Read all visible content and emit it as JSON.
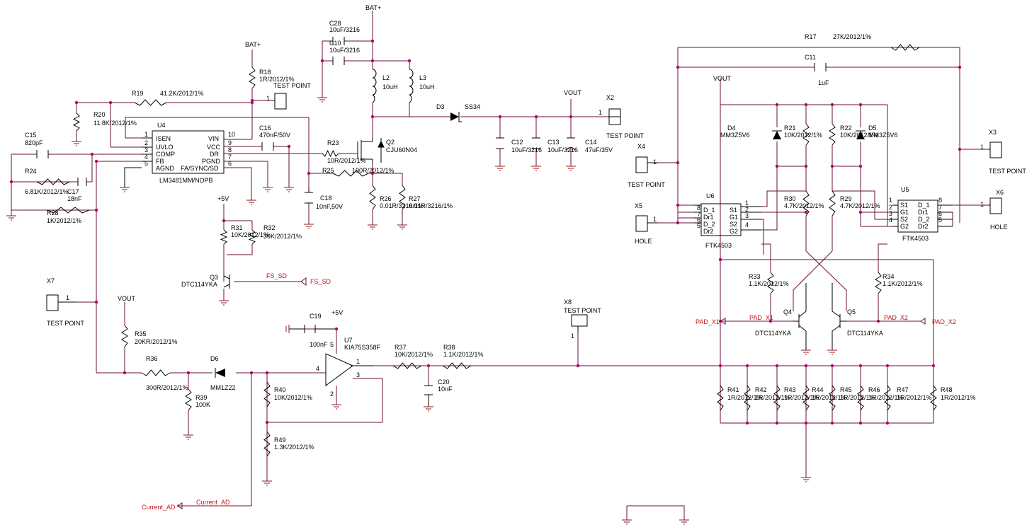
{
  "colors": {
    "wire": "#6b0d3a",
    "junction": "#b0006e",
    "net_label": "#c01818",
    "text": "#000000"
  },
  "supplies": [
    {
      "id": "bat_top",
      "text": "BAT+"
    },
    {
      "id": "bat_u4",
      "text": "BAT+"
    },
    {
      "id": "vout_c13",
      "text": "VOUT"
    },
    {
      "id": "vout_u6",
      "text": "VOUT"
    },
    {
      "id": "vout_r35",
      "text": "VOUT"
    },
    {
      "id": "p5v_q3",
      "text": "+5V"
    },
    {
      "id": "p5v_u7",
      "text": "+5V"
    }
  ],
  "components": [
    {
      "id": "r17",
      "ref": "R17",
      "value": "27K/2012/1%"
    },
    {
      "id": "c11",
      "ref": "C11",
      "value": "1uF"
    },
    {
      "id": "c28",
      "ref": "C28",
      "value": "10uF/3216"
    },
    {
      "id": "c10",
      "ref": "C10",
      "value": "10uF/3216"
    },
    {
      "id": "l2",
      "ref": "L2",
      "value": "10uH"
    },
    {
      "id": "l3",
      "ref": "L3",
      "value": "10uH"
    },
    {
      "id": "d3",
      "ref": "D3",
      "value": "SS34"
    },
    {
      "id": "q2",
      "ref": "Q2",
      "value": "CJU60N04"
    },
    {
      "id": "r18",
      "ref": "R18",
      "value": "1R/2012/1%"
    },
    {
      "id": "r19",
      "ref": "R19",
      "value": "41.2K/2012/1%"
    },
    {
      "id": "r20",
      "ref": "R20",
      "value": "11.8K/2012/1%"
    },
    {
      "id": "c15",
      "ref": "C15",
      "value": "820pF"
    },
    {
      "id": "r24",
      "ref": "R24",
      "value": "6.81K/2012/1%"
    },
    {
      "id": "c17",
      "ref": "C17",
      "value": "18nF"
    },
    {
      "id": "r28",
      "ref": "R28",
      "value": "1K/2012/1%"
    },
    {
      "id": "c16",
      "ref": "C16",
      "value": "470nF/50V"
    },
    {
      "id": "r23",
      "ref": "R23",
      "value": "10R/2012/1%"
    },
    {
      "id": "r25",
      "ref": "R25",
      "value": "100R/2012/1%"
    },
    {
      "id": "c18",
      "ref": "C18",
      "value": "10nF,50V"
    },
    {
      "id": "r26",
      "ref": "R26",
      "value": "0.01R/3216/1%"
    },
    {
      "id": "r27",
      "ref": "R27",
      "value": "0.01R/3216/1%"
    },
    {
      "id": "c12",
      "ref": "C12",
      "value": "10uF/3216"
    },
    {
      "id": "c13",
      "ref": "C13",
      "value": "10uF/3216"
    },
    {
      "id": "c14",
      "ref": "C14",
      "value": "47uF/35V"
    },
    {
      "id": "r31",
      "ref": "R31",
      "value": "10K/2012/1%"
    },
    {
      "id": "r32",
      "ref": "R32",
      "value": "39K/2012/1%"
    },
    {
      "id": "q3",
      "ref": "Q3",
      "value": "DTC114YKA"
    },
    {
      "id": "r35",
      "ref": "R35",
      "value": "20KR/2012/1%"
    },
    {
      "id": "r36",
      "ref": "R36",
      "value": "300R/2012/1%"
    },
    {
      "id": "r39",
      "ref": "R39",
      "value": "100K"
    },
    {
      "id": "d6",
      "ref": "D6",
      "value": "MM1Z22"
    },
    {
      "id": "c19",
      "ref": "C19",
      "value": "100nF"
    },
    {
      "id": "u7",
      "ref": "U7",
      "value": "KIA75S358F"
    },
    {
      "id": "r37",
      "ref": "R37",
      "value": "10K/2012/1%"
    },
    {
      "id": "r38",
      "ref": "R38",
      "value": "1.1K/2012/1%"
    },
    {
      "id": "c20",
      "ref": "C20",
      "value": "10nF"
    },
    {
      "id": "r40",
      "ref": "R40",
      "value": "10K/2012/1%"
    },
    {
      "id": "r49",
      "ref": "R49",
      "value": "1.3K/2012/1%"
    },
    {
      "id": "d4",
      "ref": "D4",
      "value": "MM3Z5V6"
    },
    {
      "id": "r21",
      "ref": "R21",
      "value": "10K/2012/1%"
    },
    {
      "id": "r22",
      "ref": "R22",
      "value": "10K/2012/1%"
    },
    {
      "id": "d5",
      "ref": "D5",
      "value": "MM3Z5V6"
    },
    {
      "id": "r30",
      "ref": "R30",
      "value": "4.7K/2012/1%"
    },
    {
      "id": "r29",
      "ref": "R29",
      "value": "4.7K/2012/1%"
    },
    {
      "id": "r33",
      "ref": "R33",
      "value": "1.1K/2012/1%"
    },
    {
      "id": "r34",
      "ref": "R34",
      "value": "1.1K/2012/1%"
    },
    {
      "id": "q4",
      "ref": "Q4",
      "value": "DTC114YKA"
    },
    {
      "id": "q5",
      "ref": "Q5",
      "value": "DTC114YKA"
    },
    {
      "id": "r41",
      "ref": "R41",
      "value": "1R/2012/1%"
    },
    {
      "id": "r42",
      "ref": "R42",
      "value": "1R/2012/1%"
    },
    {
      "id": "r43",
      "ref": "R43",
      "value": "1R/2012/1%"
    },
    {
      "id": "r44",
      "ref": "R44",
      "value": "1R/2012/1%"
    },
    {
      "id": "r45",
      "ref": "R45",
      "value": "1R/2012/1%"
    },
    {
      "id": "r46",
      "ref": "R46",
      "value": "1R/2012/1%"
    },
    {
      "id": "r47",
      "ref": "R47",
      "value": "1R/2012/1%"
    },
    {
      "id": "r48",
      "ref": "R48",
      "value": "1R/2012/1%"
    }
  ],
  "ics": [
    {
      "id": "u4",
      "ref": "U4",
      "part": "LM3481MM/NOPB",
      "left_pins": [
        {
          "n": "1",
          "name": "ISEN"
        },
        {
          "n": "2",
          "name": "UVLO"
        },
        {
          "n": "3",
          "name": "COMP"
        },
        {
          "n": "4",
          "name": "FB"
        },
        {
          "n": "5",
          "name": "AGND"
        }
      ],
      "right_pins": [
        {
          "n": "10",
          "name": "VIN"
        },
        {
          "n": "9",
          "name": "VCC"
        },
        {
          "n": "8",
          "name": "DR"
        },
        {
          "n": "7",
          "name": "PGND"
        },
        {
          "n": "6",
          "name": "FA/SYNC/SD"
        }
      ]
    },
    {
      "id": "u6",
      "ref": "U6",
      "part": "FTK4503",
      "left_pins": [
        {
          "n": "8",
          "name": "D_1"
        },
        {
          "n": "7",
          "name": "Dr1"
        },
        {
          "n": "6",
          "name": "D_2"
        },
        {
          "n": "5",
          "name": "Dr2"
        }
      ],
      "right_pins": [
        {
          "n": "1",
          "name": "S1"
        },
        {
          "n": "2",
          "name": "G1"
        },
        {
          "n": "3",
          "name": "S2"
        },
        {
          "n": "4",
          "name": "G2"
        }
      ]
    },
    {
      "id": "u5",
      "ref": "U5",
      "part": "FTK4503",
      "left_pins": [
        {
          "n": "1",
          "name": "S1"
        },
        {
          "n": "2",
          "name": "G1"
        },
        {
          "n": "3",
          "name": "S2"
        },
        {
          "n": "4",
          "name": "G2"
        }
      ],
      "right_pins": [
        {
          "n": "8",
          "name": "D_1"
        },
        {
          "n": "7",
          "name": "Dr1"
        },
        {
          "n": "6",
          "name": "D_2"
        },
        {
          "n": "5",
          "name": "Dr2"
        }
      ]
    }
  ],
  "u7_pins": {
    "p1": "1",
    "p2": "2",
    "p3": "3",
    "p4": "4",
    "p5": "5"
  },
  "connectors": [
    {
      "id": "x2",
      "ref": "X2",
      "pin": "1",
      "label": "TEST POINT"
    },
    {
      "id": "x3",
      "ref": "X3",
      "pin": "1",
      "label": "TEST POINT"
    },
    {
      "id": "x4",
      "ref": "X4",
      "pin": "1",
      "label": "TEST POINT"
    },
    {
      "id": "x5",
      "ref": "X5",
      "pin": "1",
      "label": "HOLE"
    },
    {
      "id": "x6",
      "ref": "X6",
      "pin": "1",
      "label": "HOLE"
    },
    {
      "id": "x7",
      "ref": "X7",
      "pin": "1",
      "label": "TEST POINT"
    },
    {
      "id": "x8",
      "ref": "X8",
      "pin": "1",
      "label": "TEST POINT"
    },
    {
      "id": "r18tp",
      "ref": "",
      "pin": "1",
      "label": "TEST POINT"
    }
  ],
  "net_labels": {
    "fs_sd_wire": "FS_SD",
    "fs_sd_port": "FS_SD",
    "pad_x1_wire": "PAD_X1",
    "pad_x1_port": "PAD_X1",
    "pad_x2_wire": "PAD_X2",
    "pad_x2_port": "PAD_X2",
    "current_ad_wire": "Current_AD",
    "current_ad_port": "Current_AD"
  }
}
